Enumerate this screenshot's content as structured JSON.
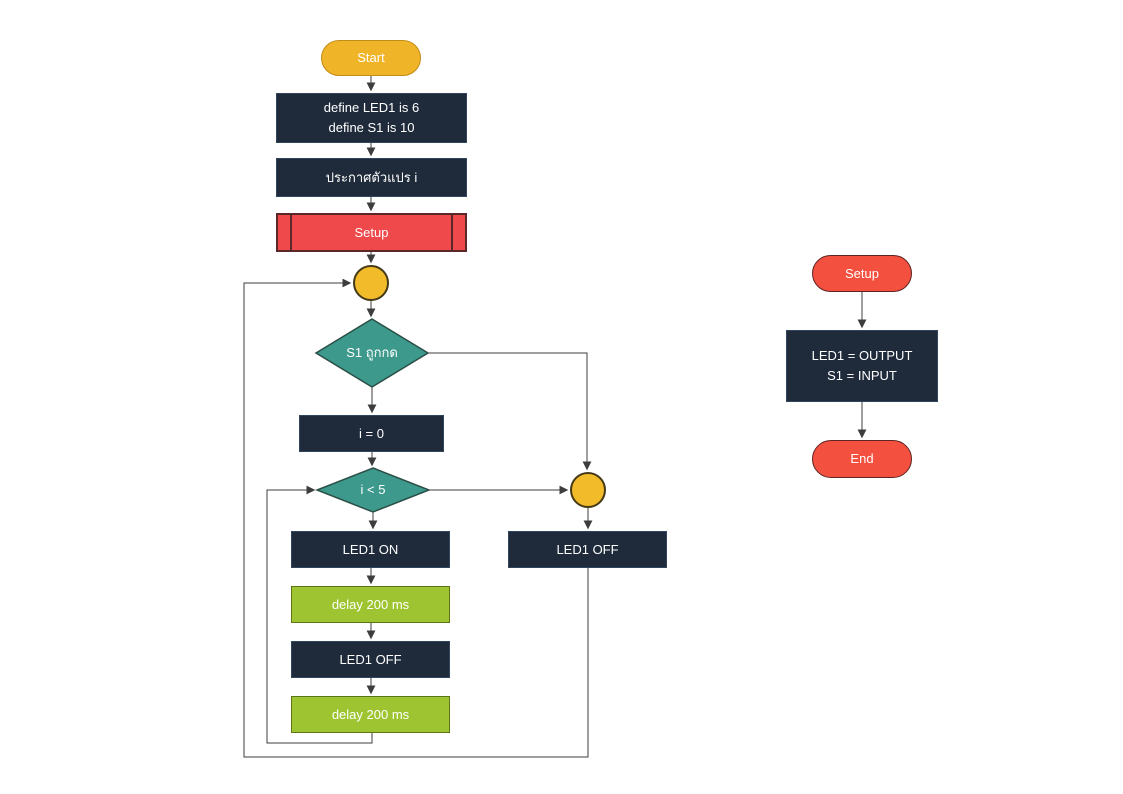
{
  "page": {
    "background": "#ffffff"
  },
  "palette": {
    "process_fill": "#1f2b3b",
    "process_border": "#31455c",
    "terminator_gold_fill": "#f0b429",
    "terminator_gold_border": "#c18c17",
    "connector_fill": "#f2bb2a",
    "predefined_fill": "#f0494c",
    "predefined_border": "#5a282b",
    "terminator_red_fill": "#f3503f",
    "decision_fill": "#3d998c",
    "decision_border": "#2b4f47",
    "delay_fill": "#9ec531",
    "delay_border": "#5d7517",
    "wire_color": "#3d3d3d",
    "text_color": "#ffffff"
  },
  "main_flow": {
    "nodes": {
      "start": "Start",
      "define_line1": "define LED1 is 6",
      "define_line2": "define S1 is 10",
      "declare_var": "ประกาศตัวแปร i",
      "setup_call": "Setup",
      "decision_s1": "S1 ถูกกด",
      "init_i": "i = 0",
      "decision_i": "i < 5",
      "led1_on": "LED1 ON",
      "delay_1": "delay 200 ms",
      "led1_off_loop": "LED1 OFF",
      "delay_2": "delay 200 ms",
      "led1_off_exit": "LED1 OFF"
    }
  },
  "subroutine": {
    "nodes": {
      "setup_start": "Setup",
      "config_line1": "LED1 = OUTPUT",
      "config_line2": "S1 = INPUT",
      "end": "End"
    }
  },
  "edges": [
    {
      "from": "Start",
      "to": "define constants"
    },
    {
      "from": "define constants",
      "to": "ประกาศตัวแปร i"
    },
    {
      "from": "ประกาศตัวแปร i",
      "to": "Setup (call)"
    },
    {
      "from": "Setup (call)",
      "to": "loop connector"
    },
    {
      "from": "loop connector",
      "to": "S1 ถูกกด"
    },
    {
      "from": "S1 ถูกกด",
      "to": "i = 0",
      "branch": "down"
    },
    {
      "from": "S1 ถูกกด",
      "to": "exit connector",
      "branch": "right"
    },
    {
      "from": "i = 0",
      "to": "i < 5"
    },
    {
      "from": "i < 5",
      "to": "LED1 ON",
      "branch": "down"
    },
    {
      "from": "i < 5",
      "to": "exit connector",
      "branch": "right"
    },
    {
      "from": "exit connector",
      "to": "LED1 OFF (exit)"
    },
    {
      "from": "LED1 ON",
      "to": "delay 200 ms (1)"
    },
    {
      "from": "delay 200 ms (1)",
      "to": "LED1 OFF (loop)"
    },
    {
      "from": "LED1 OFF (loop)",
      "to": "delay 200 ms (2)"
    },
    {
      "from": "delay 200 ms (2)",
      "to": "i < 5",
      "branch": "loop-back"
    },
    {
      "from": "LED1 OFF (exit)",
      "to": "loop connector",
      "branch": "loop-back"
    },
    {
      "from": "Setup (subroutine)",
      "to": "LED1 = OUTPUT / S1 = INPUT"
    },
    {
      "from": "LED1 = OUTPUT / S1 = INPUT",
      "to": "End"
    }
  ]
}
